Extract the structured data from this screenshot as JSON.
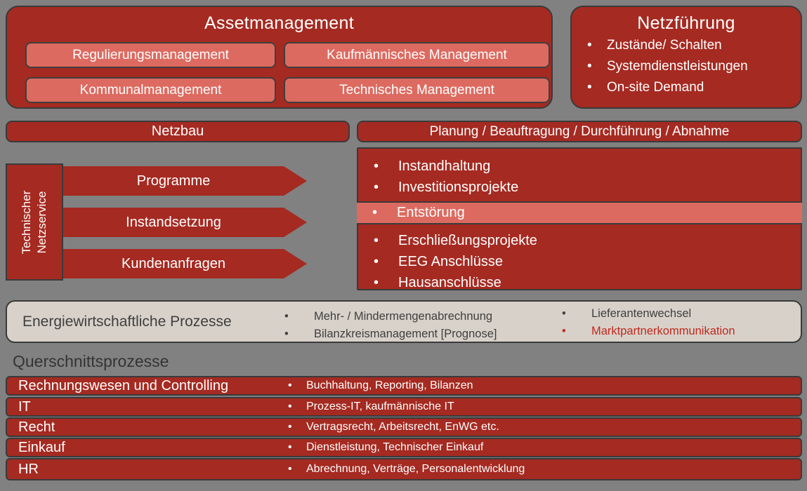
{
  "colors": {
    "background": "#818181",
    "dark_red": "#A52A21",
    "salmon": "#DD6A60",
    "beige": "#D8D1CA",
    "border": "#3A3A3A",
    "text_light": "#FFFFFF",
    "text_dark": "#3F3F3F",
    "text_red": "#BE2A1D"
  },
  "assetmanagement": {
    "title": "Assetmanagement",
    "buttons": [
      "Regulierungsmanagement",
      "Kaufmännisches Management",
      "Kommunalmanagement",
      "Technisches Management"
    ]
  },
  "netzfuehrung": {
    "title": "Netzführung",
    "items": [
      "Zustände/ Schalten",
      "Systemdienstleistungen",
      "On-site Demand"
    ]
  },
  "netzbau": {
    "title": "Netzbau",
    "service_lines": [
      "Technischer",
      "Netzservice"
    ],
    "arrows": [
      "Programme",
      "Instandsetzung",
      "Kundenanfragen"
    ]
  },
  "planung": {
    "title": "Planung / Beauftragung / Durchführung / Abnahme",
    "group1": [
      "Instandhaltung",
      "Investitionsprojekte"
    ],
    "highlighted_item": "Entstörung",
    "group2": [
      "Erschließungsprojekte",
      "EEG Anschlüsse",
      "Hausanschlüsse"
    ]
  },
  "energiewirtschaft": {
    "title": "Energiewirtschaftliche Prozesse",
    "col1": [
      "Mehr- / Mindermengenabrechnung",
      "Bilanzkreismanagement [Prognose]"
    ],
    "col2": [
      "Lieferantenwechsel",
      "Marktpartnerkommunikation"
    ],
    "highlighted_item": "Marktpartnerkommunikation"
  },
  "querschnitt": {
    "title": "Querschnittsprozesse",
    "rows": [
      {
        "label": "Rechnungswesen und Controlling",
        "detail": "Buchhaltung, Reporting, Bilanzen"
      },
      {
        "label": "IT",
        "detail": "Prozess-IT, kaufmännische IT"
      },
      {
        "label": "Recht",
        "detail": "Vertragsrecht, Arbeitsrecht, EnWG etc."
      },
      {
        "label": "Einkauf",
        "detail": "Dienstleistung, Technischer Einkauf"
      },
      {
        "label": "HR",
        "detail": "Abrechnung, Verträge, Personalentwicklung"
      }
    ]
  }
}
